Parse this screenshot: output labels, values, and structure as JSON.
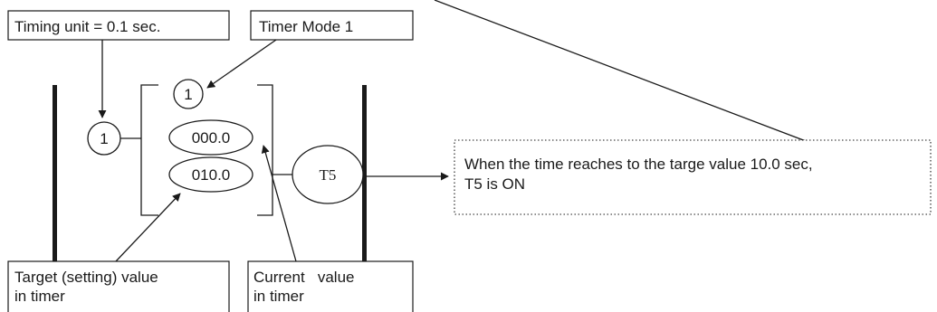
{
  "callouts": {
    "timing_unit": "Timing unit = 0.1 sec.",
    "timer_mode": "Timer Mode 1",
    "target_value_line1": "Target (setting) value",
    "target_value_line2": "in timer",
    "current_value_line1": "Current   value",
    "current_value_line2": "in timer",
    "result_line1": "When the time reaches to the targe value 10.0 sec,",
    "result_line2": "T5 is ON"
  },
  "timer_block": {
    "mode_number": "1",
    "unit_number": "1",
    "current_value": "000.0",
    "target_value": "010.0",
    "output_coil": "T5"
  }
}
